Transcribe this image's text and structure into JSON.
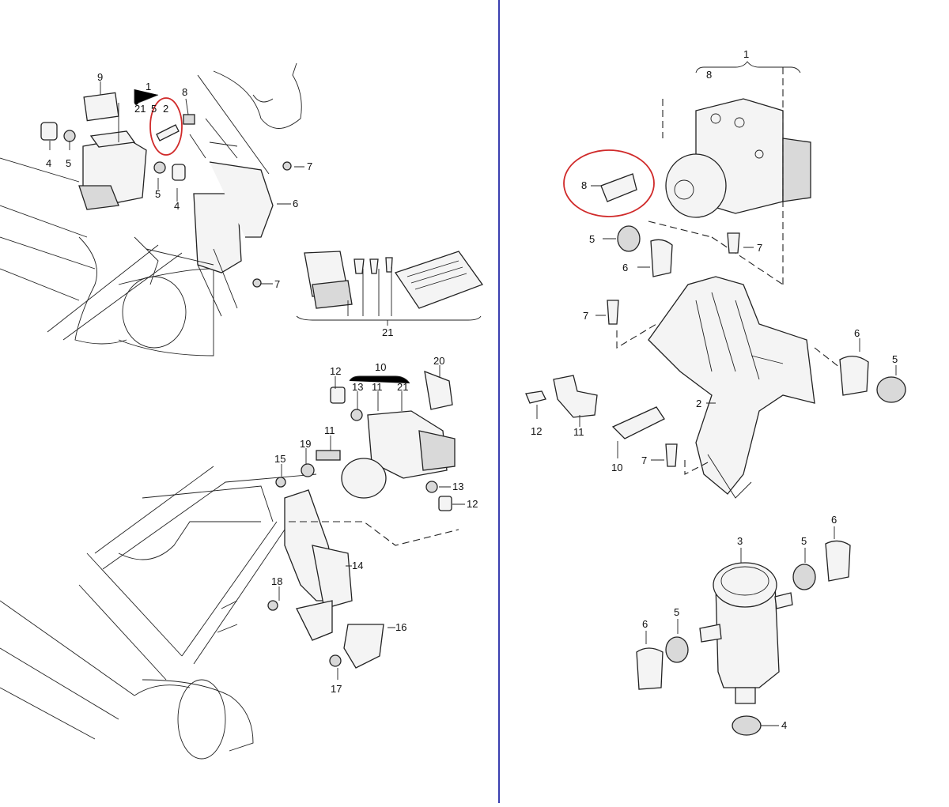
{
  "colors": {
    "divider": "#3a3fb0",
    "highlight": "#d02a2a",
    "ink": "#222222"
  },
  "left_upper": {
    "labels": [
      "9",
      "1",
      "21",
      "5",
      "2",
      "8",
      "4",
      "5",
      "5",
      "4",
      "7",
      "6",
      "7",
      "21"
    ]
  },
  "left_lower": {
    "labels": [
      "12",
      "10",
      "13",
      "11",
      "21",
      "20",
      "19",
      "11",
      "15",
      "13",
      "12",
      "14",
      "18",
      "16",
      "17"
    ]
  },
  "right_top": {
    "labels": [
      "1",
      "8",
      "8",
      "5",
      "7",
      "6",
      "7",
      "6",
      "5",
      "12",
      "11",
      "2",
      "10",
      "7"
    ]
  },
  "right_bottom": {
    "labels": [
      "3",
      "5",
      "6",
      "6",
      "5",
      "4"
    ]
  }
}
